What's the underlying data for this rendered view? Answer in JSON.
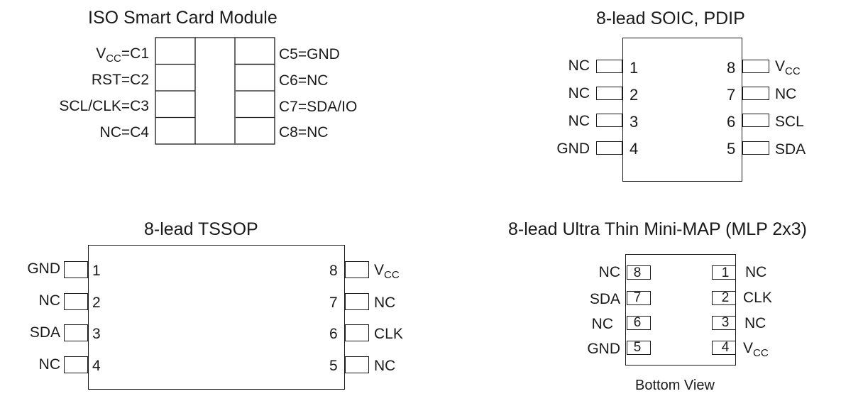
{
  "iso": {
    "title": "ISO Smart Card Module",
    "left": [
      {
        "pre": "V",
        "sub": "CC",
        "post": "=C1"
      },
      {
        "pre": "RST=C2",
        "sub": "",
        "post": ""
      },
      {
        "pre": "SCL/CLK=C3",
        "sub": "",
        "post": ""
      },
      {
        "pre": "NC=C4",
        "sub": "",
        "post": ""
      }
    ],
    "right": [
      "C5=GND",
      "C6=NC",
      "C7=SDA/IO",
      "C8=NC"
    ]
  },
  "soic": {
    "title": "8-lead SOIC, PDIP",
    "left_labels": [
      "NC",
      "NC",
      "NC",
      "GND"
    ],
    "left_nums": [
      "1",
      "2",
      "3",
      "4"
    ],
    "right_nums": [
      "8",
      "7",
      "6",
      "5"
    ],
    "right_labels": [
      {
        "pre": "V",
        "sub": "CC"
      },
      {
        "pre": "NC",
        "sub": ""
      },
      {
        "pre": "SCL",
        "sub": ""
      },
      {
        "pre": "SDA",
        "sub": ""
      }
    ]
  },
  "tssop": {
    "title": "8-lead TSSOP",
    "left_labels": [
      "GND",
      "NC",
      "SDA",
      "NC"
    ],
    "left_nums": [
      "1",
      "2",
      "3",
      "4"
    ],
    "right_nums": [
      "8",
      "7",
      "6",
      "5"
    ],
    "right_labels": [
      {
        "pre": "V",
        "sub": "CC"
      },
      {
        "pre": "NC",
        "sub": ""
      },
      {
        "pre": "CLK",
        "sub": ""
      },
      {
        "pre": "NC",
        "sub": ""
      }
    ]
  },
  "mlp": {
    "title": "8-lead Ultra Thin Mini-MAP (MLP 2x3)",
    "left_labels": [
      "NC",
      "SDA",
      "NC",
      "GND"
    ],
    "left_nums": [
      "8",
      "7",
      "6",
      "5"
    ],
    "right_nums": [
      "1",
      "2",
      "3",
      "4"
    ],
    "right_labels": [
      {
        "pre": "NC",
        "sub": ""
      },
      {
        "pre": "CLK",
        "sub": ""
      },
      {
        "pre": "NC",
        "sub": ""
      },
      {
        "pre": "V",
        "sub": "CC"
      }
    ],
    "caption": "Bottom View"
  }
}
